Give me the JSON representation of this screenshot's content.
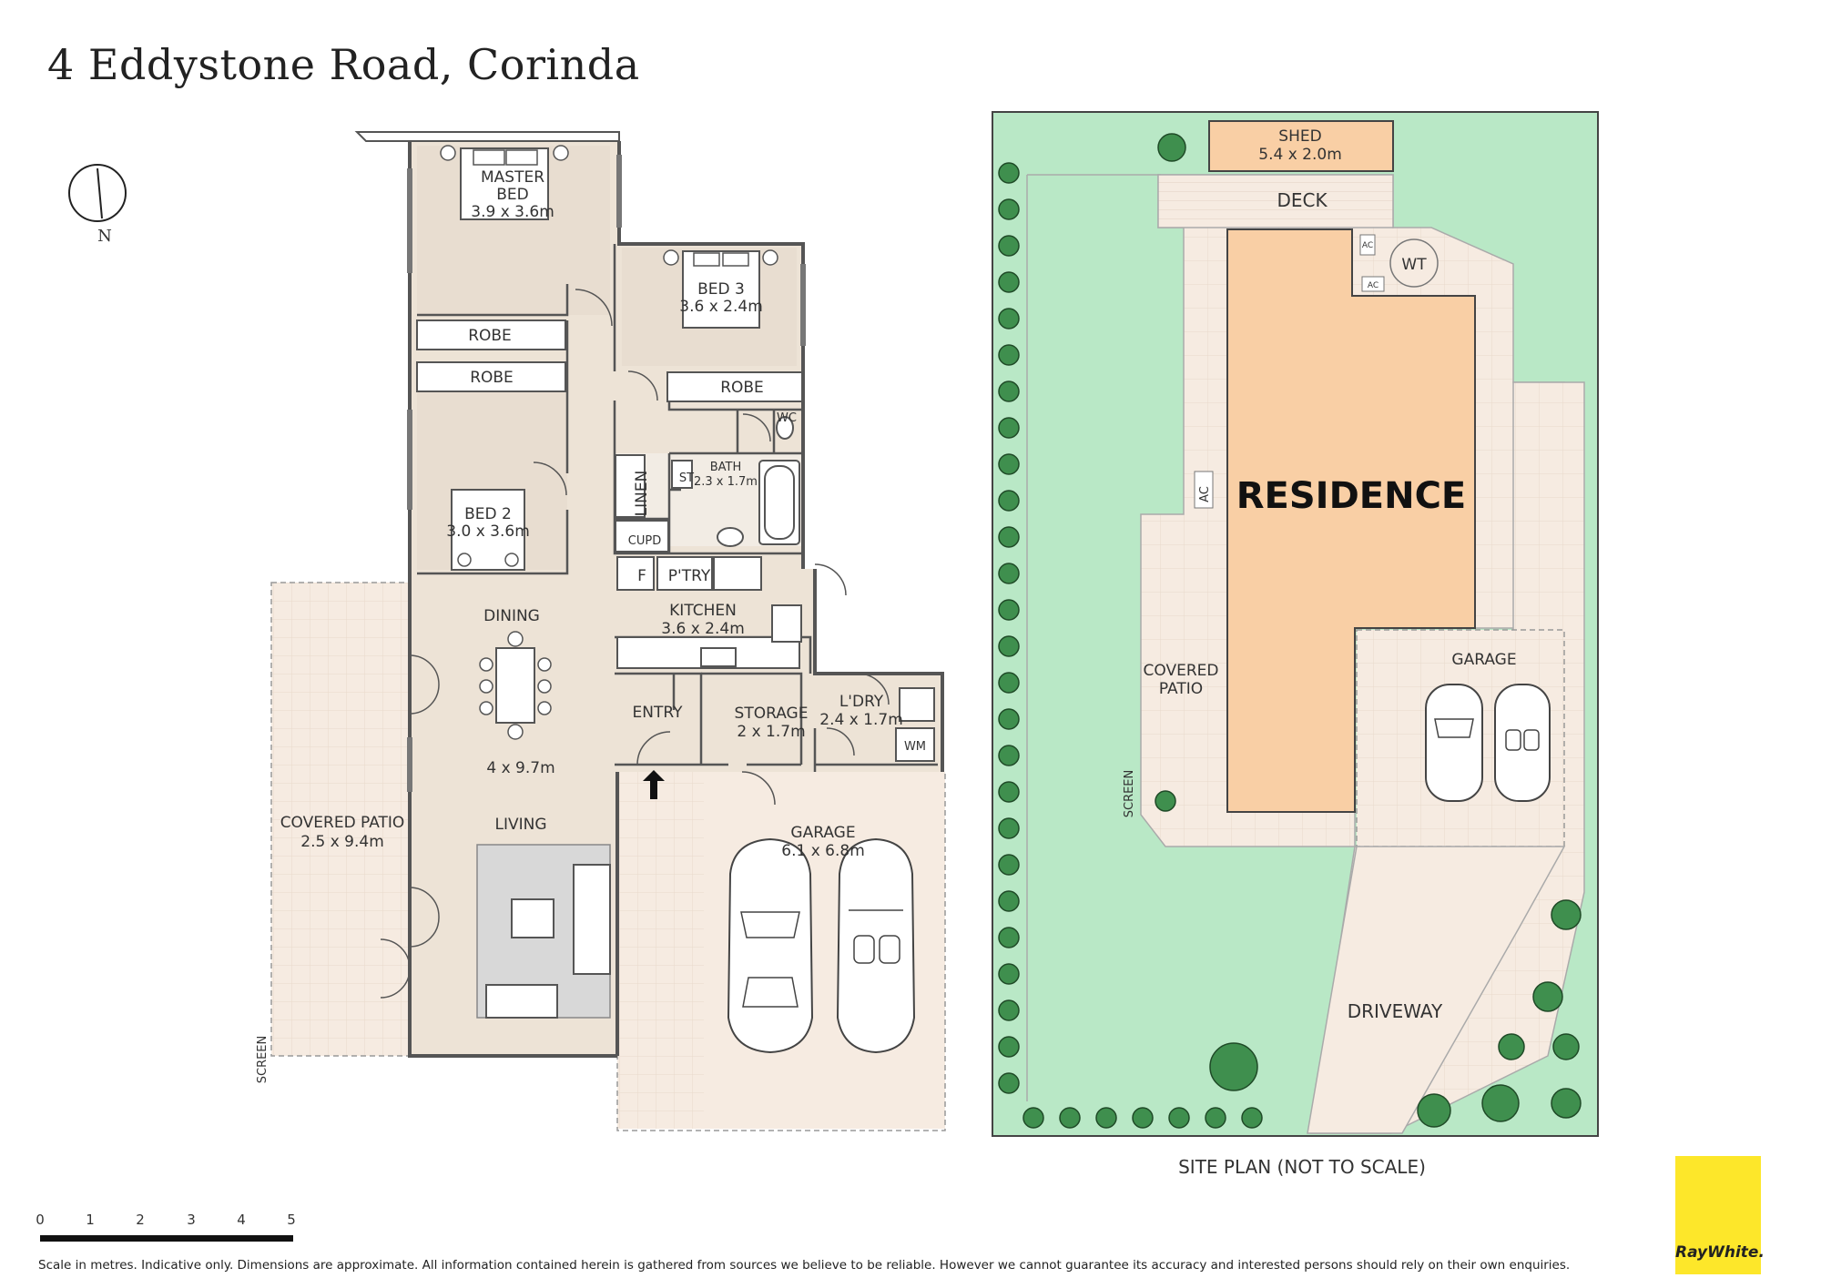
{
  "title": "4 Eddystone Road, Corinda",
  "compass": {
    "label": "N"
  },
  "floor_plan": {
    "rooms": {
      "master_bed": {
        "name1": "MASTER",
        "name2": "BED",
        "size": "3.9 x 3.6m"
      },
      "robe_1": "ROBE",
      "robe_2": "ROBE",
      "robe_3": "ROBE",
      "bed3": {
        "name": "BED 3",
        "size": "3.6 x 2.4m"
      },
      "bed2": {
        "name": "BED 2",
        "size": "3.0 x 3.6m"
      },
      "wc": "WC",
      "linen": "LINEN",
      "st": "ST",
      "bath": {
        "name": "BATH",
        "size": "2.3 x 1.7m"
      },
      "cupd": "CUPD",
      "f": "F",
      "ptry": "P'TRY",
      "kitchen": {
        "name": "KITCHEN",
        "size": "3.6 x 2.4m"
      },
      "dining": "DINING",
      "living_size": "4 x 9.7m",
      "living": "LIVING",
      "entry": "ENTRY",
      "storage": {
        "name": "STORAGE",
        "size": "2 x 1.7m"
      },
      "ldry": {
        "name": "L'DRY",
        "size": "2.4 x 1.7m"
      },
      "wm": "WM",
      "garage": {
        "name": "GARAGE",
        "size": "6.1 x 6.8m"
      },
      "covered_patio": {
        "name": "COVERED PATIO",
        "size": "2.5 x 9.4m"
      },
      "screen": "SCREEN"
    }
  },
  "site_plan": {
    "shed": {
      "name": "SHED",
      "size": "5.4 x 2.0m"
    },
    "deck": "DECK",
    "wt": "WT",
    "ac_1": "AC",
    "ac_2": "AC",
    "ac_3": "AC",
    "residence": "RESIDENCE",
    "covered_patio_1": "COVERED",
    "covered_patio_2": "PATIO",
    "screen": "SCREEN",
    "garage": "GARAGE",
    "driveway": "DRIVEWAY",
    "caption": "SITE PLAN (NOT TO SCALE)"
  },
  "scale_bar": {
    "ticks": [
      "0",
      "1",
      "2",
      "3",
      "4",
      "5"
    ]
  },
  "disclaimer": "Scale in metres. Indicative only. Dimensions are approximate. All information contained herein is gathered from sources we believe to be reliable. However we cannot guarantee its accuracy and interested persons should rely on their own enquiries.",
  "brand": "RayWhite.",
  "colors": {
    "floor": "#ede3d6",
    "patio": "#f6ebe1",
    "lawn": "#b9e8c6",
    "residence": "#f9cfa5",
    "logo": "#fde72a"
  }
}
